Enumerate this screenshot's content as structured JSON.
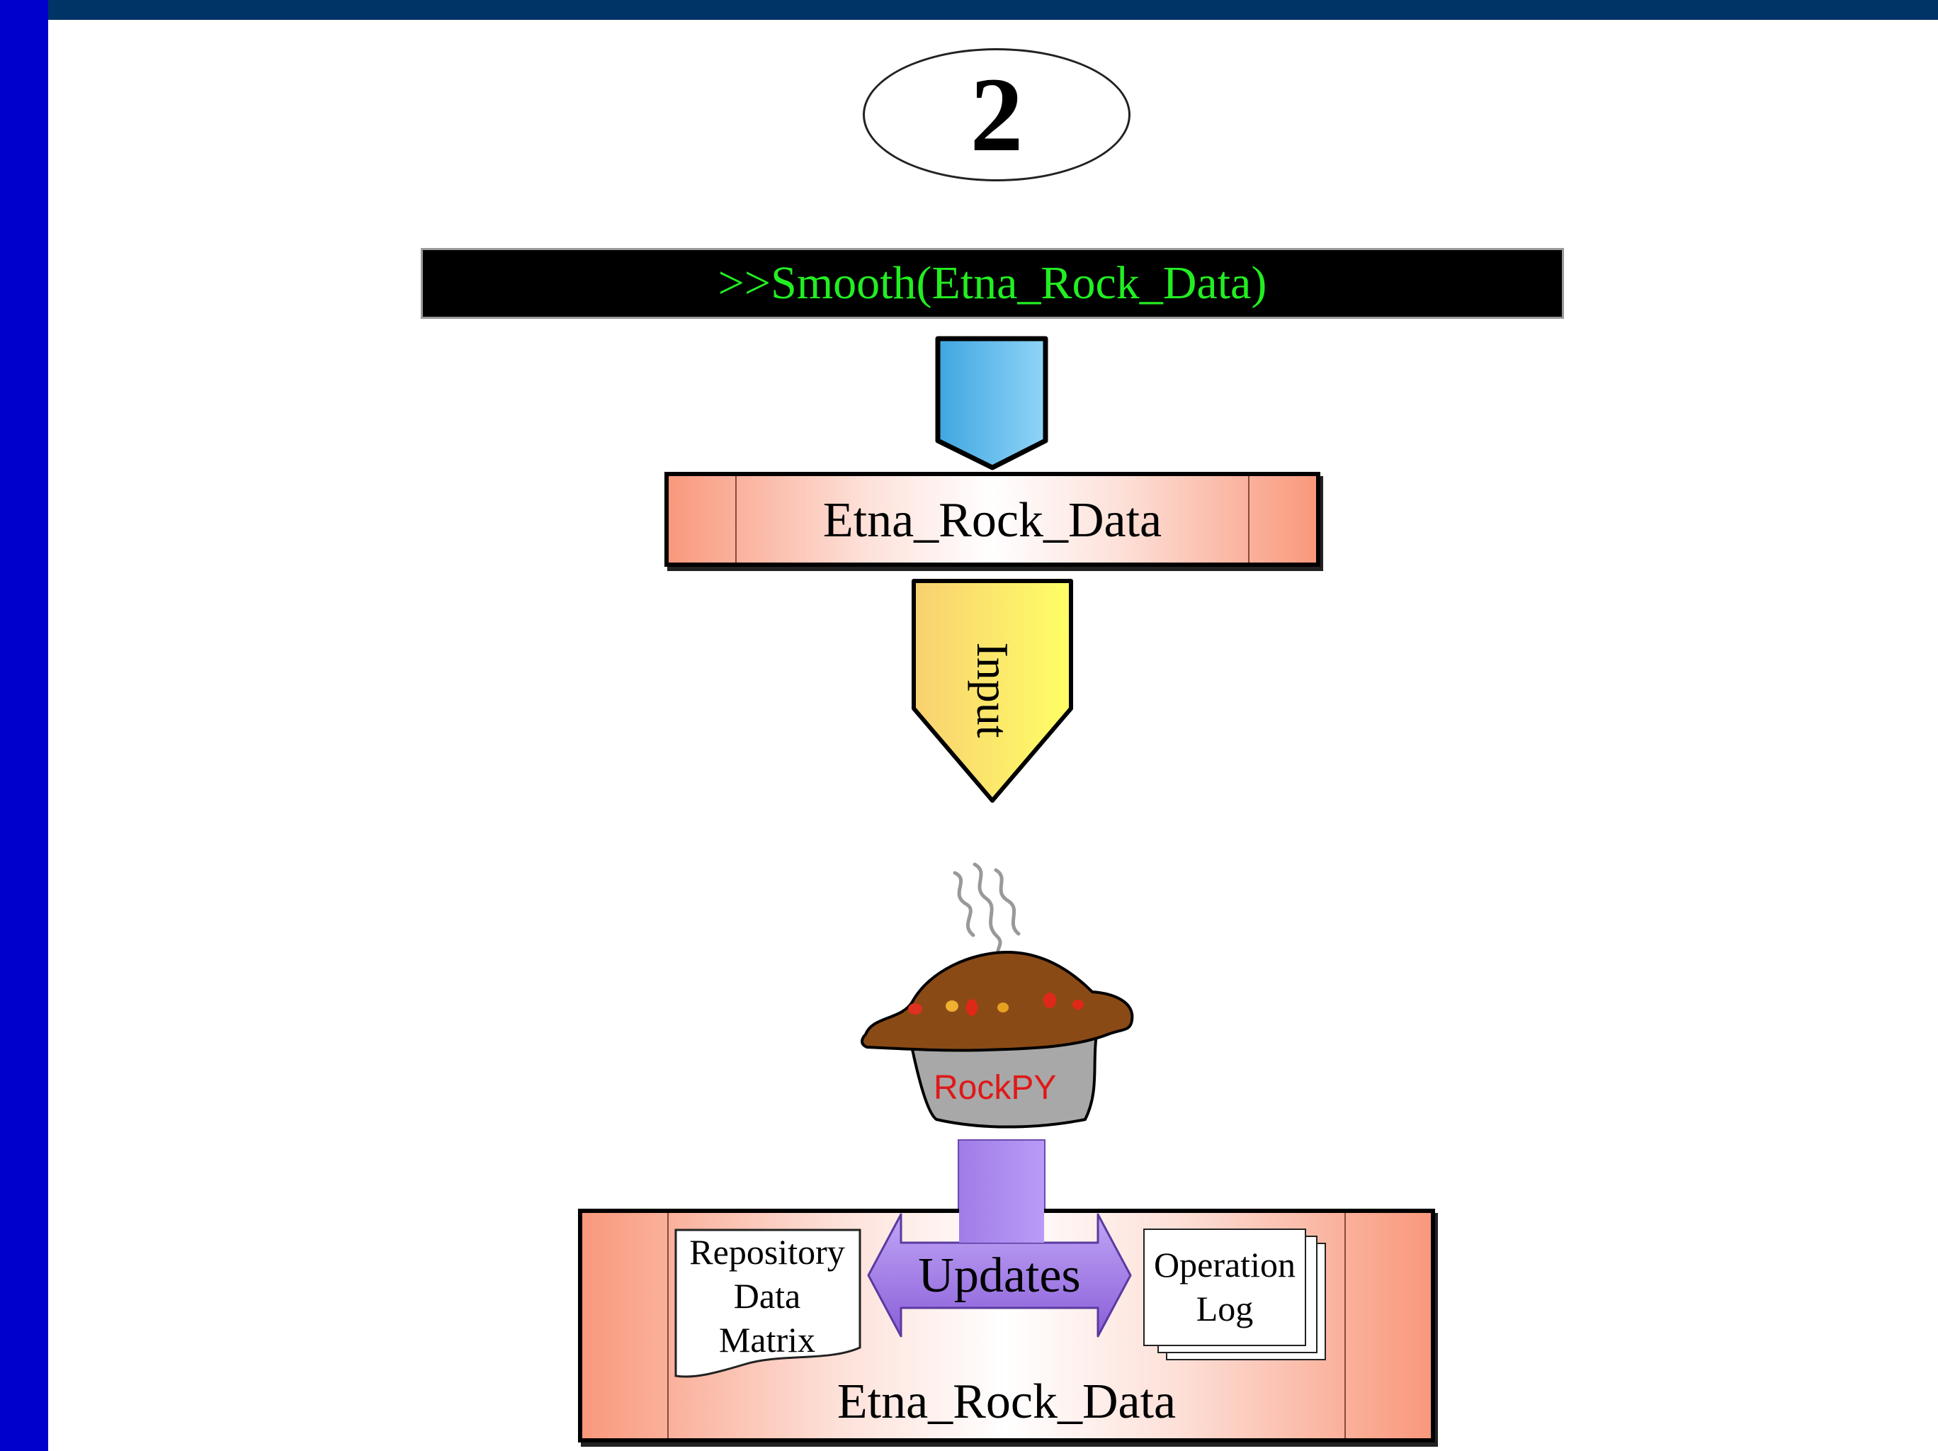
{
  "header": {
    "title_partial": ""
  },
  "step": {
    "number": "2"
  },
  "command": {
    "text": ">>Smooth(Etna_Rock_Data)"
  },
  "dataset_box": {
    "label": "Etna_Rock_Data"
  },
  "input_arrow": {
    "label": "Input"
  },
  "processor": {
    "label": "RockPY"
  },
  "repository": {
    "label": "Etna_Rock_Data",
    "matrix_line1": "Repository",
    "matrix_line2": "Data",
    "matrix_line3": "Matrix",
    "updates_label": "Updates",
    "log_line1": "Operation",
    "log_line2": "Log"
  },
  "colors": {
    "left_bar": "#0000cc",
    "top_bar": "#003366",
    "command_text": "#22ee22",
    "blue_arrow": "#5ab8ec",
    "input_arrow": "#fbe070",
    "box_salmon": "#f9987c",
    "updates_arrow": "#9a70e0",
    "pie_crust": "#8a4a16",
    "pie_tin": "#a8a8a8",
    "rockpy_text": "#e01818"
  }
}
